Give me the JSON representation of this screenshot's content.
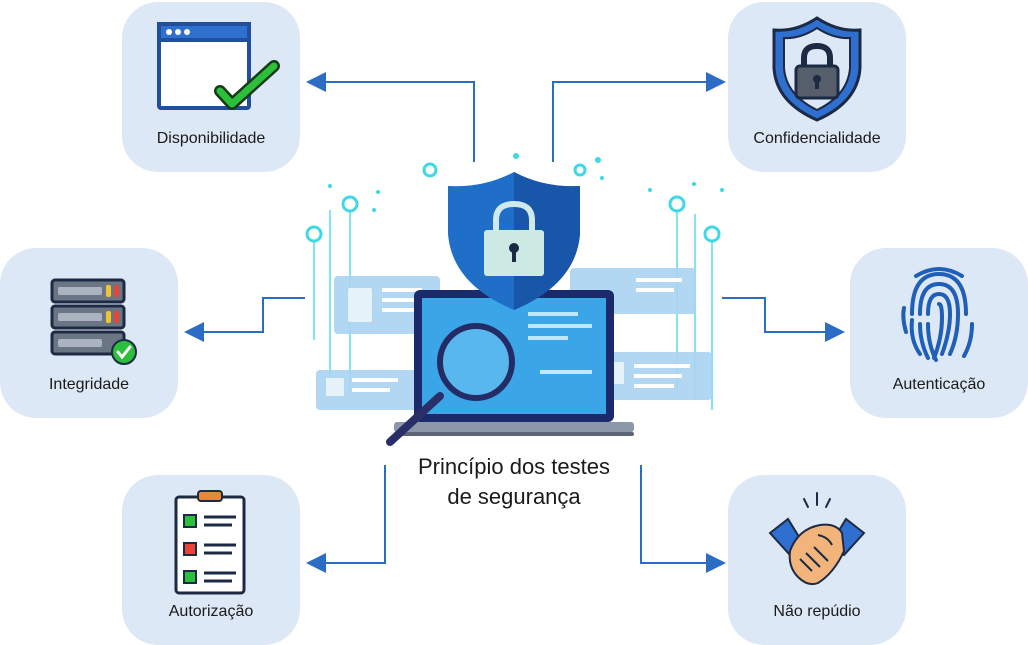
{
  "diagram": {
    "center_title_line1": "Princípio dos testes",
    "center_title_line2": "de segurança",
    "nodes": {
      "disponibilidade": {
        "label": "Disponibilidade",
        "icon": "browser-window-check-icon"
      },
      "confidencialidade": {
        "label": "Confidencialidade",
        "icon": "shield-padlock-icon"
      },
      "integridade": {
        "label": "Integridade",
        "icon": "server-rack-check-icon"
      },
      "autenticacao": {
        "label": "Autenticação",
        "icon": "fingerprint-icon"
      },
      "autorizacao": {
        "label": "Autorização",
        "icon": "checklist-clipboard-icon"
      },
      "nao_repudio": {
        "label": "Não repúdio",
        "icon": "handshake-icon"
      }
    },
    "colors": {
      "card_bg": "#dde8f6",
      "arrow": "#2b6cc4",
      "shield": "#1f6fc8",
      "accent_cyan": "#3fd8e6"
    }
  }
}
